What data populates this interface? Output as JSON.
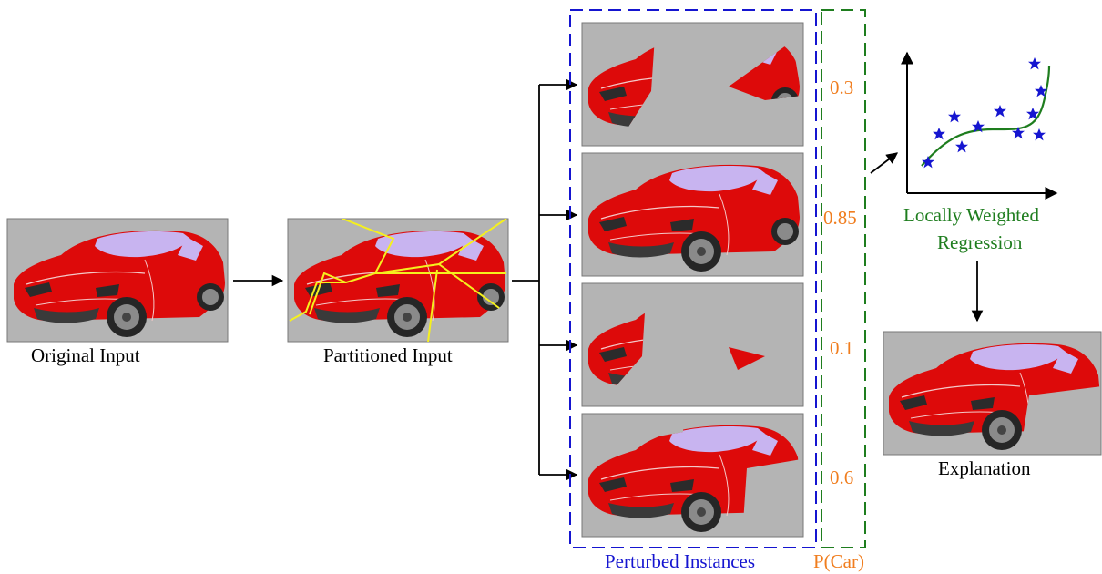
{
  "labels": {
    "original_input": "Original Input",
    "partitioned_input": "Partitioned Input",
    "perturbed_instances": "Perturbed Instances",
    "p_car": "P(Car)",
    "regression_line1": "Locally Weighted",
    "regression_line2": "Regression",
    "explanation": "Explanation"
  },
  "probabilities": [
    "0.3",
    "0.85",
    "0.1",
    "0.6"
  ],
  "colors": {
    "car_red": "#dd0a0a",
    "windshield": "#c8b4f0",
    "panel_gray": "#b4b4b4",
    "partition_yellow": "#f5f01e",
    "perturbed_box": "#1515d0",
    "probability_box": "#1e7d1e",
    "probability_text": "#f07d1e",
    "regression_curve": "#1e7d1e",
    "star_points": "#1515d0"
  },
  "icons": [
    "car-image",
    "star-icon",
    "arrow-icon"
  ]
}
